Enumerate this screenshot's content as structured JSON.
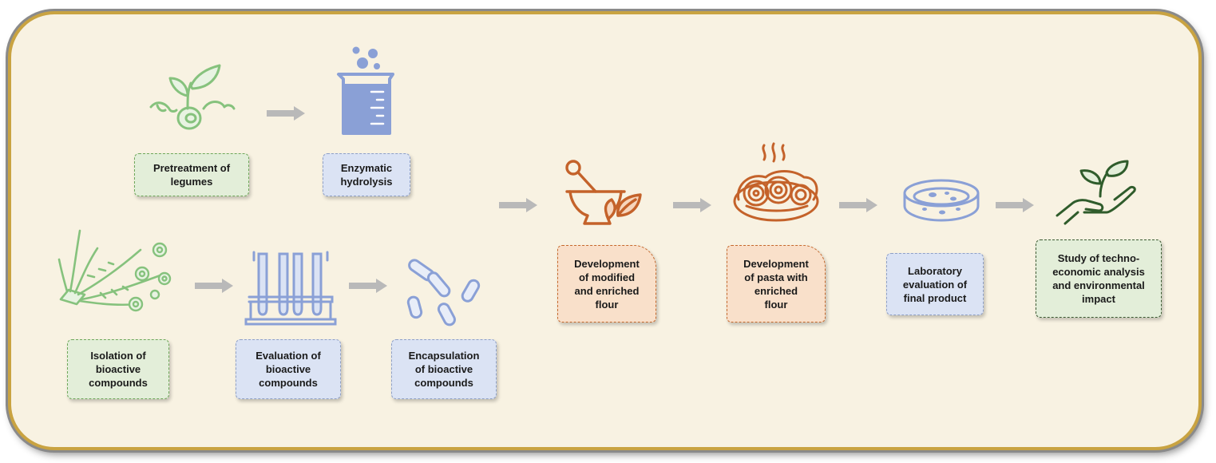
{
  "steps": {
    "pretreatment": "Pretreatment of\nlegumes",
    "hydrolysis": "Enzymatic\nhydrolysis",
    "isolation": "Isolation of\nbioactive\ncompounds",
    "evaluation": "Evaluation of\nbioactive\ncompounds",
    "encapsulation": "Encapsulation\nof bioactive\ncompounds",
    "flour": "Development\nof modified\nand enriched\nflour",
    "pasta": "Development\nof pasta with\nenriched\nflour",
    "lab": "Laboratory\nevaluation of\nfinal product",
    "study": "Study of techno-\neconomic analysis\nand environmental\nimpact"
  },
  "icons": {
    "pretreatment": "sprouting-seed-icon",
    "hydrolysis": "beaker-icon",
    "isolation": "plant-flowers-icon",
    "evaluation": "test-tubes-rack-icon",
    "encapsulation": "capsules-icon",
    "flour": "mortar-pestle-icon",
    "pasta": "pasta-plate-icon",
    "lab": "petri-dish-icon",
    "study": "hand-plant-icon"
  },
  "colors": {
    "green": "#82c07a",
    "blue": "#8aa0d6",
    "orange": "#c4622a",
    "dark_green": "#2f5c2b",
    "arrow": "#b9b9b9",
    "frame_gold": "#c9a341"
  }
}
